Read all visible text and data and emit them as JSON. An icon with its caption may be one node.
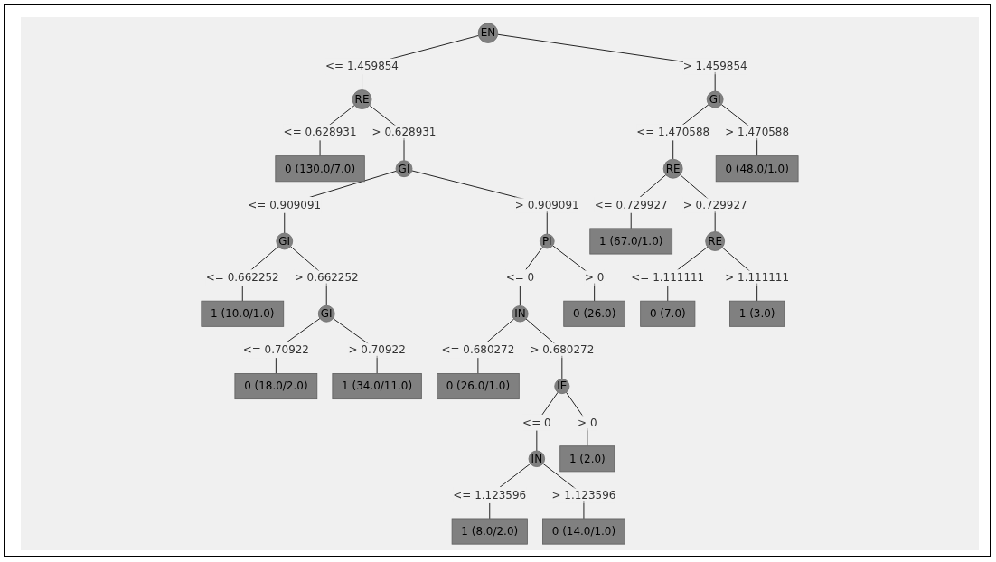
{
  "diagram": {
    "nodes": [
      {
        "text": [
          "EN"
        ]
      },
      {
        "text": [
          "RE"
        ]
      },
      {
        "text": [
          "GI"
        ]
      },
      {
        "text": [
          "0 (130.0/7.0)"
        ]
      },
      {
        "text": [
          "GI"
        ]
      },
      {
        "text": [
          "RE"
        ]
      },
      {
        "text": [
          "0 (48.0/1.0)"
        ]
      },
      {
        "text": [
          "GI"
        ]
      },
      {
        "text": [
          "PI"
        ]
      },
      {
        "text": [
          "1 (67.0/1.0)"
        ]
      },
      {
        "text": [
          "RE"
        ]
      },
      {
        "text": [
          "1 (10.0/1.0)"
        ]
      },
      {
        "text": [
          "GI"
        ]
      },
      {
        "text": [
          "IN"
        ]
      },
      {
        "text": [
          "0 (26.0)"
        ]
      },
      {
        "text": [
          "0 (7.0)"
        ]
      },
      {
        "text": [
          "1 (3.0)"
        ]
      },
      {
        "text": [
          "0 (18.0/2.0)"
        ]
      },
      {
        "text": [
          "1 (34.0/11.0)"
        ]
      },
      {
        "text": [
          "0 (26.0/1.0)"
        ]
      },
      {
        "text": [
          "IE"
        ]
      },
      {
        "text": [
          "IN"
        ]
      },
      {
        "text": [
          "1 (2.0)"
        ]
      },
      {
        "text": [
          "1 (8.0/2.0)"
        ]
      },
      {
        "text": [
          "0 (14.0/1.0)"
        ]
      }
    ],
    "edges": [
      {
        "from": 0,
        "to": 1,
        "arrow": "none",
        "label": "<= 1.459854"
      },
      {
        "from": 0,
        "to": 2,
        "arrow": "none",
        "label": "> 1.459854"
      },
      {
        "from": 1,
        "to": 3,
        "arrow": "none",
        "label": "<= 0.628931"
      },
      {
        "from": 1,
        "to": 4,
        "arrow": "none",
        "label": "> 0.628931"
      },
      {
        "from": 2,
        "to": 5,
        "arrow": "none",
        "label": "<= 1.470588"
      },
      {
        "from": 2,
        "to": 6,
        "arrow": "none",
        "label": "> 1.470588"
      },
      {
        "from": 4,
        "to": 7,
        "arrow": "none",
        "label": "<= 0.909091"
      },
      {
        "from": 4,
        "to": 8,
        "arrow": "none",
        "label": "> 0.909091"
      },
      {
        "from": 5,
        "to": 9,
        "arrow": "none",
        "label": "<= 0.729927"
      },
      {
        "from": 5,
        "to": 10,
        "arrow": "none",
        "label": "> 0.729927"
      },
      {
        "from": 7,
        "to": 11,
        "arrow": "none",
        "label": "<= 0.662252"
      },
      {
        "from": 7,
        "to": 12,
        "arrow": "none",
        "label": "> 0.662252"
      },
      {
        "from": 8,
        "to": 13,
        "arrow": "none",
        "label": "<= 0"
      },
      {
        "from": 8,
        "to": 14,
        "arrow": "none",
        "label": "> 0"
      },
      {
        "from": 10,
        "to": 15,
        "arrow": "none",
        "label": "<= 1.111111"
      },
      {
        "from": 10,
        "to": 16,
        "arrow": "none",
        "label": "> 1.111111"
      },
      {
        "from": 12,
        "to": 17,
        "arrow": "none",
        "label": "<= 0.70922"
      },
      {
        "from": 12,
        "to": 18,
        "arrow": "none",
        "label": "> 0.70922"
      },
      {
        "from": 13,
        "to": 19,
        "arrow": "none",
        "label": "<= 0.680272"
      },
      {
        "from": 13,
        "to": 20,
        "arrow": "none",
        "label": "> 0.680272"
      },
      {
        "from": 20,
        "to": 21,
        "arrow": "none",
        "label": "<= 0"
      },
      {
        "from": 20,
        "to": 22,
        "arrow": "none",
        "label": "> 0"
      },
      {
        "from": 21,
        "to": 23,
        "arrow": "none",
        "label": "<= 1.123596"
      },
      {
        "from": 21,
        "to": 24,
        "arrow": "none",
        "label": "> 1.123596"
      }
    ]
  }
}
